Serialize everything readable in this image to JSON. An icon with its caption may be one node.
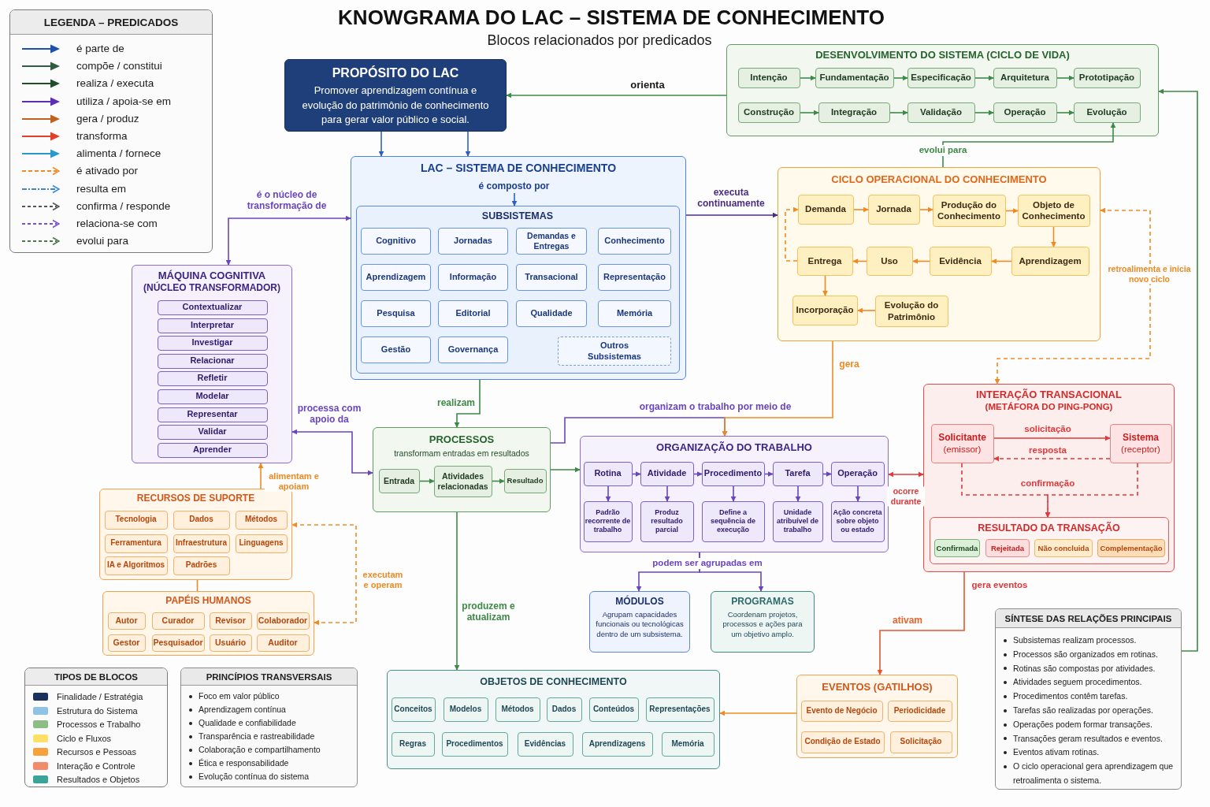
{
  "diagram": {
    "title": "KNOWGRAMA DO LAC – SISTEMA DE CONHECIMENTO",
    "nodes": [
      {
        "text": [
          "PROPÓSITO DO LAC",
          "Promover aprendizagem contínua e evolução do patrimônio de conhecimento para gerar valor público e social."
        ]
      },
      {
        "text": [
          "DESENVOLVIMENTO DO SISTEMA (CICLO DE VIDA)"
        ]
      },
      {
        "text": [
          "Intenção"
        ],
        "in": 1
      },
      {
        "text": [
          "Fundamentação"
        ],
        "in": 1
      },
      {
        "text": [
          "Especificação"
        ],
        "in": 1
      },
      {
        "text": [
          "Arquitetura"
        ],
        "in": 1
      },
      {
        "text": [
          "Prototipação"
        ],
        "in": 1
      },
      {
        "text": [
          "Construção"
        ],
        "in": 1
      },
      {
        "text": [
          "Integração"
        ],
        "in": 1
      },
      {
        "text": [
          "Validação"
        ],
        "in": 1
      },
      {
        "text": [
          "Operação"
        ],
        "in": 1
      },
      {
        "text": [
          "Evolução"
        ],
        "in": 1
      },
      {
        "text": [
          "LAC – SISTEMA DE CONHECIMENTO"
        ]
      },
      {
        "text": [
          "SUBSISTEMAS"
        ],
        "in": 12
      },
      {
        "text": [
          "Cognitivo"
        ],
        "in": 13
      },
      {
        "text": [
          "Jornadas"
        ],
        "in": 13
      },
      {
        "text": [
          "Demandas e Entregas"
        ],
        "in": 13
      },
      {
        "text": [
          "Conhecimento"
        ],
        "in": 13
      },
      {
        "text": [
          "Aprendizagem"
        ],
        "in": 13
      },
      {
        "text": [
          "Informação"
        ],
        "in": 13
      },
      {
        "text": [
          "Transacional"
        ],
        "in": 13
      },
      {
        "text": [
          "Representação"
        ],
        "in": 13
      },
      {
        "text": [
          "Pesquisa"
        ],
        "in": 13
      },
      {
        "text": [
          "Editorial"
        ],
        "in": 13
      },
      {
        "text": [
          "Qualidade"
        ],
        "in": 13
      },
      {
        "text": [
          "Memória"
        ],
        "in": 13
      },
      {
        "text": [
          "Gestão"
        ],
        "in": 13
      },
      {
        "text": [
          "Governança"
        ],
        "in": 13
      },
      {
        "text": [
          "Outros Subsistemas"
        ],
        "in": 13
      },
      {
        "text": [
          "CICLO OPERACIONAL DO CONHECIMENTO"
        ]
      },
      {
        "text": [
          "Demanda"
        ],
        "in": 29
      },
      {
        "text": [
          "Jornada"
        ],
        "in": 29
      },
      {
        "text": [
          "Produção do Conhecimento"
        ],
        "in": 29
      },
      {
        "text": [
          "Objeto de Conhecimento"
        ],
        "in": 29
      },
      {
        "text": [
          "Entrega"
        ],
        "in": 29
      },
      {
        "text": [
          "Uso"
        ],
        "in": 29
      },
      {
        "text": [
          "Evidência"
        ],
        "in": 29
      },
      {
        "text": [
          "Aprendizagem"
        ],
        "in": 29
      },
      {
        "text": [
          "Incorporação"
        ],
        "in": 29
      },
      {
        "text": [
          "Evolução do Patrimônio"
        ],
        "in": 29
      },
      {
        "text": [
          "MÁQUINA COGNITIVA",
          "(NÚCLEO TRANSFORMADOR)"
        ]
      },
      {
        "text": [
          "Contextualizar"
        ],
        "in": 40
      },
      {
        "text": [
          "Interpretar"
        ],
        "in": 40
      },
      {
        "text": [
          "Investigar"
        ],
        "in": 40
      },
      {
        "text": [
          "Relacionar"
        ],
        "in": 40
      },
      {
        "text": [
          "Refletir"
        ],
        "in": 40
      },
      {
        "text": [
          "Modelar"
        ],
        "in": 40
      },
      {
        "text": [
          "Representar"
        ],
        "in": 40
      },
      {
        "text": [
          "Validar"
        ],
        "in": 40
      },
      {
        "text": [
          "Aprender"
        ],
        "in": 40
      },
      {
        "text": [
          "INTERAÇÃO TRANSACIONAL",
          "(METÁFORA DO PING-PONG)"
        ]
      },
      {
        "text": [
          "Solicitante",
          "(emissor)"
        ],
        "in": 50
      },
      {
        "text": [
          "Sistema",
          "(receptor)"
        ],
        "in": 50
      },
      {
        "text": [
          "RESULTADO DA TRANSAÇÃO"
        ],
        "in": 50
      },
      {
        "text": [
          "Confirmada"
        ],
        "in": 53
      },
      {
        "text": [
          "Rejeitada"
        ],
        "in": 53
      },
      {
        "text": [
          "Não concluida"
        ],
        "in": 53
      },
      {
        "text": [
          "Complementação"
        ],
        "in": 53
      },
      {
        "text": [
          "PROCESSOS",
          "transformam entradas em resultados"
        ]
      },
      {
        "text": [
          "Entrada"
        ],
        "in": 58
      },
      {
        "text": [
          "Atividades relacionadas"
        ],
        "in": 58
      },
      {
        "text": [
          "Resultado"
        ],
        "in": 58
      },
      {
        "text": [
          "ORGANIZAÇÃO DO TRABALHO"
        ]
      },
      {
        "text": [
          "Rotina"
        ],
        "in": 62
      },
      {
        "text": [
          "Atividade"
        ],
        "in": 62
      },
      {
        "text": [
          "Procedimento"
        ],
        "in": 62
      },
      {
        "text": [
          "Tarefa"
        ],
        "in": 62
      },
      {
        "text": [
          "Operação"
        ],
        "in": 62
      },
      {
        "text": [
          "Padrão recorrente de trabalho"
        ],
        "in": 62
      },
      {
        "text": [
          "Produz resultado parcial"
        ],
        "in": 62
      },
      {
        "text": [
          "Define a sequência de execução"
        ],
        "in": 62
      },
      {
        "text": [
          "Unidade atribuível de trabalho"
        ],
        "in": 62
      },
      {
        "text": [
          "Ação concreta sobre objeto ou estado"
        ],
        "in": 62
      },
      {
        "text": [
          "RECURSOS DE SUPORTE"
        ]
      },
      {
        "text": [
          "Tecnologia"
        ],
        "in": 73
      },
      {
        "text": [
          "Dados"
        ],
        "in": 73
      },
      {
        "text": [
          "Métodos"
        ],
        "in": 73
      },
      {
        "text": [
          "Ferramentura"
        ],
        "in": 73
      },
      {
        "text": [
          "Infraestrutura"
        ],
        "in": 73
      },
      {
        "text": [
          "Linguagens"
        ],
        "in": 73
      },
      {
        "text": [
          "IA e Algoritmos"
        ],
        "in": 73
      },
      {
        "text": [
          "Padrões"
        ],
        "in": 73
      },
      {
        "text": [
          "PAPÉIS HUMANOS"
        ]
      },
      {
        "text": [
          "Autor"
        ],
        "in": 82
      },
      {
        "text": [
          "Curador"
        ],
        "in": 82
      },
      {
        "text": [
          "Revisor"
        ],
        "in": 82
      },
      {
        "text": [
          "Colaborador"
        ],
        "in": 82
      },
      {
        "text": [
          "Gestor"
        ],
        "in": 82
      },
      {
        "text": [
          "Pesquisador"
        ],
        "in": 82
      },
      {
        "text": [
          "Usuário"
        ],
        "in": 82
      },
      {
        "text": [
          "Auditor"
        ],
        "in": 82
      },
      {
        "text": [
          "MÓDULOS",
          "Agrupam capacidades funcionais ou tecnológicas dentro de um subsistema."
        ]
      },
      {
        "text": [
          "PROGRAMAS",
          "Coordenam projetos, processos e ações para um objetivo amplo."
        ]
      },
      {
        "text": [
          "SÍNTESE DAS RELAÇÕES PRINCIPAIS",
          "Subsistemas realizam processos.",
          "Processos são organizados em rotinas.",
          "Rotinas são compostas por atividades.",
          "Atividades seguem procedimentos.",
          "Procedimentos contêm tarefas.",
          "Tarefas são realizadas por operações.",
          "Operações podem formar transações.",
          "Transações geram resultados e eventos.",
          "Eventos ativam rotinas.",
          "O ciclo operacional gera aprendizagem que retroalimenta o sistema."
        ]
      },
      {
        "text": [
          "EVENTOS (GATILHOS)"
        ]
      },
      {
        "text": [
          "Evento de Negócio"
        ],
        "in": 94
      },
      {
        "text": [
          "Periodicidade"
        ],
        "in": 94
      },
      {
        "text": [
          "Condição de Estado"
        ],
        "in": 94
      },
      {
        "text": [
          "Solicitação"
        ],
        "in": 94
      },
      {
        "text": [
          "OBJETOS DE CONHECIMENTO"
        ]
      },
      {
        "text": [
          "Conceitos"
        ],
        "in": 99
      },
      {
        "text": [
          "Modelos"
        ],
        "in": 99
      },
      {
        "text": [
          "Métodos"
        ],
        "in": 99
      },
      {
        "text": [
          "Dados"
        ],
        "in": 99
      },
      {
        "text": [
          "Conteúdos"
        ],
        "in": 99
      },
      {
        "text": [
          "Representações"
        ],
        "in": 99
      },
      {
        "text": [
          "Regras"
        ],
        "in": 99
      },
      {
        "text": [
          "Procedimentos"
        ],
        "in": 99
      },
      {
        "text": [
          "Evidências"
        ],
        "in": 99
      },
      {
        "text": [
          "Aprendizagens"
        ],
        "in": 99
      },
      {
        "text": [
          "Memória"
        ],
        "in": 99
      },
      {
        "text": [
          "PRINCÍPIOS TRANSVERSAIS",
          "Foco em valor público",
          "Aprendizagem contínua",
          "Qualidade e confiabilidade",
          "Transparência e rastreabilidade",
          "Colaboração e compartilhamento",
          "Ética e responsabilidade",
          "Evolução contínua do sistema"
        ]
      },
      {
        "text": [
          "é composto por"
        ],
        "in": 12
      }
    ],
    "edges": [
      {
        "from": 1,
        "to": 0,
        "arrow": "to",
        "label": "orienta",
        "color": "#3d8a46"
      },
      {
        "from": 0,
        "to": 12,
        "arrow": "to",
        "color": "#2f5fc4"
      },
      {
        "from": 0,
        "to": 12,
        "arrow": "to",
        "color": "#2f5fc4"
      },
      {
        "from": 112,
        "to": 13,
        "arrow": "to",
        "color": "#2f5fc4"
      },
      {
        "from": 40,
        "to": 12,
        "arrow": "both",
        "label": "é o núcleo de transformação de",
        "color": "#6a45c0"
      },
      {
        "from": 12,
        "to": 29,
        "arrow": "to",
        "label": "executa continuamente",
        "color": "#4b2d83"
      },
      {
        "from": 12,
        "to": 58,
        "arrow": "to",
        "label": "realizam",
        "color": "#3d8a46"
      },
      {
        "from": 58,
        "to": 40,
        "arrow": "both",
        "label": "processa com apoio da",
        "color": "#6a45c0"
      },
      {
        "from": 73,
        "to": 40,
        "arrow": "to",
        "label": "alimentam e apoiam",
        "color": "#ef8a22"
      },
      {
        "from": 73,
        "to": 82,
        "arrow": "none",
        "color": "#ef8a22"
      },
      {
        "from": 82,
        "to": 73,
        "arrow": "both",
        "label": "executam e operam",
        "style": "dashed",
        "color": "#ef8a22"
      },
      {
        "from": 58,
        "to": 62,
        "arrow": "to",
        "color": "#3d8a46"
      },
      {
        "from": 58,
        "to": 62,
        "arrow": "to",
        "label": "organizam o trabalho por meio de",
        "color": "#6a45c0"
      },
      {
        "from": 29,
        "to": 62,
        "arrow": "to",
        "label": "gera",
        "color": "#ef8a22"
      },
      {
        "from": 62,
        "to": 50,
        "arrow": "both",
        "label": "ocorre durante",
        "color": "#e2383a"
      },
      {
        "from": 29,
        "to": 50,
        "arrow": "both",
        "label": "retroalimenta e inicia novo ciclo",
        "style": "dashed",
        "color": "#ef8a22"
      },
      {
        "from": 62,
        "to": 91,
        "arrow": "to",
        "label": "podem ser agrupadas em",
        "color": "#6a45c0"
      },
      {
        "from": 62,
        "to": 92,
        "arrow": "to",
        "color": "#6a45c0"
      },
      {
        "from": 58,
        "to": 99,
        "arrow": "to",
        "label": "produzem e atualizam",
        "color": "#3d8a46"
      },
      {
        "from": 50,
        "to": 94,
        "arrow": "to",
        "label": "gera eventos",
        "color": "#e8552c"
      },
      {
        "from": 94,
        "to": 99,
        "arrow": "to",
        "color": "#ef8a22"
      },
      {
        "from": 93,
        "to": 1,
        "arrow": "to",
        "color": "#3d8a46"
      },
      {
        "from": 29,
        "to": 11,
        "arrow": "to",
        "label": "evolui para",
        "color": "#3d8a46"
      },
      {
        "from": 2,
        "to": 3,
        "arrow": "to",
        "color": "#3d8a46"
      },
      {
        "from": 3,
        "to": 4,
        "arrow": "to",
        "color": "#3d8a46"
      },
      {
        "from": 4,
        "to": 5,
        "arrow": "to",
        "color": "#3d8a46"
      },
      {
        "from": 5,
        "to": 6,
        "arrow": "to",
        "color": "#3d8a46"
      },
      {
        "from": 7,
        "to": 8,
        "arrow": "to",
        "color": "#3d8a46"
      },
      {
        "from": 8,
        "to": 9,
        "arrow": "to",
        "color": "#3d8a46"
      },
      {
        "from": 9,
        "to": 10,
        "arrow": "to",
        "color": "#3d8a46"
      },
      {
        "from": 10,
        "to": 11,
        "arrow": "to",
        "color": "#3d8a46"
      },
      {
        "from": 30,
        "to": 31,
        "arrow": "to",
        "color": "#ef8a22"
      },
      {
        "from": 31,
        "to": 32,
        "arrow": "to",
        "color": "#ef8a22"
      },
      {
        "from": 32,
        "to": 33,
        "arrow": "to",
        "color": "#ef8a22"
      },
      {
        "from": 33,
        "to": 37,
        "arrow": "to",
        "color": "#ef8a22"
      },
      {
        "from": 37,
        "to": 36,
        "arrow": "to",
        "color": "#ef8a22"
      },
      {
        "from": 36,
        "to": 35,
        "arrow": "to",
        "color": "#ef8a22"
      },
      {
        "from": 35,
        "to": 34,
        "arrow": "to",
        "color": "#ef8a22"
      },
      {
        "from": 34,
        "to": 30,
        "arrow": "to",
        "style": "dashed",
        "color": "#ef8a22"
      },
      {
        "from": 34,
        "to": 38,
        "arrow": "to",
        "color": "#ef8a22"
      },
      {
        "from": 39,
        "to": 38,
        "arrow": "to",
        "color": "#ef8a22"
      },
      {
        "from": 59,
        "to": 60,
        "arrow": "to",
        "color": "#3d8a46"
      },
      {
        "from": 60,
        "to": 61,
        "arrow": "to",
        "color": "#3d8a46"
      },
      {
        "from": 63,
        "to": 64,
        "arrow": "to",
        "color": "#6a45c0"
      },
      {
        "from": 64,
        "to": 65,
        "arrow": "to",
        "color": "#6a45c0"
      },
      {
        "from": 65,
        "to": 66,
        "arrow": "to",
        "color": "#6a45c0"
      },
      {
        "from": 66,
        "to": 67,
        "arrow": "to",
        "color": "#6a45c0"
      },
      {
        "from": 63,
        "to": 68,
        "arrow": "to",
        "color": "#6a45c0"
      },
      {
        "from": 64,
        "to": 69,
        "arrow": "to",
        "color": "#6a45c0"
      },
      {
        "from": 65,
        "to": 70,
        "arrow": "to",
        "color": "#6a45c0"
      },
      {
        "from": 66,
        "to": 71,
        "arrow": "to",
        "color": "#6a45c0"
      },
      {
        "from": 67,
        "to": 72,
        "arrow": "to",
        "color": "#6a45c0"
      },
      {
        "from": 51,
        "to": 52,
        "arrow": "to",
        "label": "solicitação",
        "color": "#e2383a"
      },
      {
        "from": 52,
        "to": 51,
        "arrow": "to",
        "label": "resposta",
        "style": "dashed",
        "color": "#e2383a"
      },
      {
        "from": 51,
        "to": 53,
        "arrow": "to",
        "label": "confirmação",
        "style": "dashed",
        "color": "#e2383a"
      },
      {
        "from": 52,
        "to": 53,
        "arrow": "to",
        "style": "dashed",
        "color": "#e2383a"
      }
    ],
    "labels": [
      "Blocos relacionados por predicados",
      "LEGENDA – PREDICADOS",
      "ativam",
      "TIPOS DE BLOCOS"
    ],
    "legend": [
      {
        "text": "é parte de"
      },
      {
        "text": "compõe / constitui"
      },
      {
        "text": "realiza / executa"
      },
      {
        "text": "utiliza / apoia-se em"
      },
      {
        "text": "gera / produz"
      },
      {
        "text": "transforma"
      },
      {
        "text": "alimenta / fornece"
      },
      {
        "text": "é ativado por"
      },
      {
        "text": "resulta em"
      },
      {
        "text": "confirma / responde"
      },
      {
        "text": "relaciona-se com"
      },
      {
        "text": "evolui para"
      },
      {
        "text": "Finalidade / Estratégia",
        "color": "#17325f"
      },
      {
        "text": "Estrutura do Sistema",
        "color": "#8fc3e3"
      },
      {
        "text": "Processos e Trabalho",
        "color": "#8dbd87"
      },
      {
        "text": "Ciclo e Fluxos",
        "color": "#fde166"
      },
      {
        "text": "Recursos e Pessoas",
        "color": "#f7a13c"
      },
      {
        "text": "Interação e Controle",
        "color": "#f28a6c"
      },
      {
        "text": "Resultados e Objetos",
        "color": "#3aa498"
      }
    ]
  }
}
